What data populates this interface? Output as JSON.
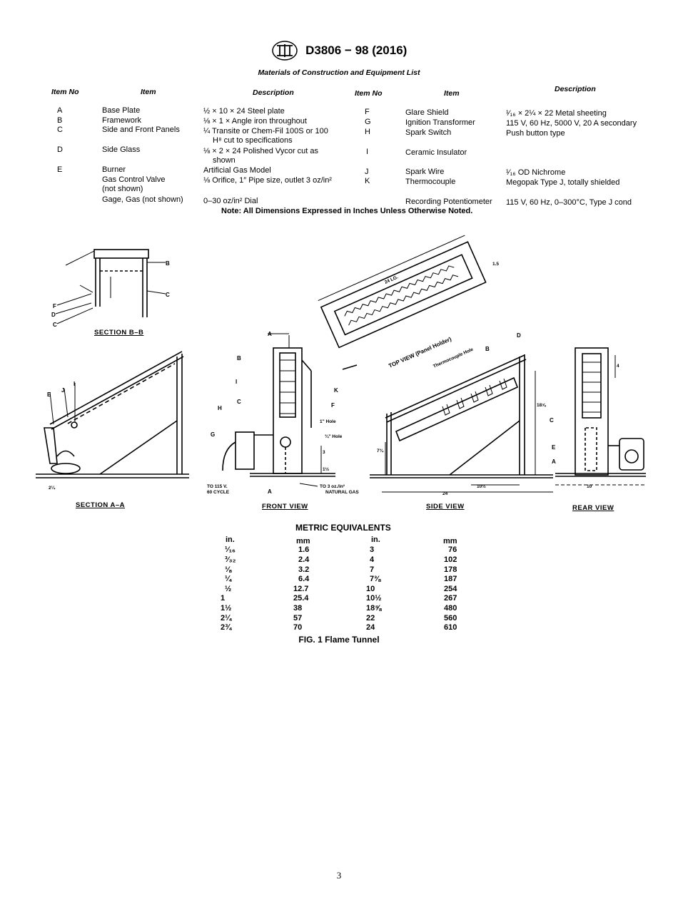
{
  "header": {
    "title": "D3806 − 98 (2016)"
  },
  "materials": {
    "title": "Materials of Construction and Equipment List",
    "headers": {
      "item_no": "Item No",
      "item": "Item",
      "description": "Description"
    },
    "left": [
      {
        "no": "A",
        "item": "Base Plate",
        "desc": "½ × 10 × 24 Steel plate"
      },
      {
        "no": "B",
        "item": "Framework",
        "desc": "⅛ × 1 × Angle iron throughout"
      },
      {
        "no": "C",
        "item": "Side and Front Panels",
        "desc": "¼ Transite or Chem-Fil 100S or 100",
        "desc2": "H⁸ cut to specifications"
      },
      {
        "no": "D",
        "item": "Side Glass",
        "desc": "⅛ × 2 × 24 Polished Vycor cut as",
        "desc2": "shown"
      },
      {
        "no": "E",
        "item": "Burner",
        "desc": "Artificial Gas Model"
      },
      {
        "no": "",
        "item": "Gas Control Valve",
        "item2": "(not shown)",
        "desc": "⅛ Orifice, 1″ Pipe size, outlet 3 oz/in²"
      },
      {
        "no": "",
        "item": "Gage, Gas (not shown)",
        "desc": "0–30 oz/in² Dial"
      }
    ],
    "right": [
      {
        "no": "F",
        "item": "Glare Shield",
        "desc": "¹⁄₁₆ × 2¼ × 22 Metal sheeting"
      },
      {
        "no": "G",
        "item": "Ignition Transformer",
        "desc": "115 V, 60 Hz, 5000 V, 20 A secondary"
      },
      {
        "no": "H",
        "item": "Spark Switch",
        "desc": "Push button type"
      },
      {
        "no": "I",
        "item": "Ceramic Insulator",
        "desc": ""
      },
      {
        "no": "J",
        "item": "Spark Wire",
        "desc": "¹⁄₁₆ OD Nichrome"
      },
      {
        "no": "K",
        "item": "Thermocouple",
        "desc": "Megopak Type J, totally shielded"
      },
      {
        "no": "",
        "item": "Recording Potentiometer",
        "desc": "115 V, 60 Hz, 0–300°C, Type J cond"
      }
    ],
    "note": "Note: All Dimensions Expressed in Inches Unless Otherwise Noted."
  },
  "drawing": {
    "captions": {
      "section_bb": "SECTION B–B",
      "section_aa": "SECTION A–A",
      "front": "FRONT VIEW",
      "side": "SIDE VIEW",
      "rear": "REAR VIEW"
    },
    "labels": {
      "top_view": "TOP VIEW (Panel Holder)",
      "thermocouple_hole": "Thermocouple Hole",
      "one_inch_hole": "1\" Hole",
      "three_quarter_hole": "¾\" Hole",
      "to_115v": "TO 115 V.",
      "cycle": "60 CYCLE",
      "to_gas": "TO 3 oz./in²",
      "natural_gas": "NATURAL GAS",
      "dim_24": "24",
      "dim_10_half": "10½",
      "dim_10": "10",
      "dim_18_5_8": "18⅝",
      "dim_7_3_4": "7¾",
      "dim_2_1_4": "2¼",
      "dim_1_1_2": "1½",
      "dim_3": "3",
      "dim_4": "4",
      "dim_24_len": "24 LG.",
      "dim_1_5": "1.5"
    }
  },
  "metric": {
    "title": "METRIC EQUIVALENTS",
    "headers": [
      "in.",
      "mm",
      "in.",
      "mm"
    ],
    "rows": [
      [
        "¹⁄₁₆",
        "1.6",
        "3",
        "76"
      ],
      [
        "³⁄₃₂",
        "2.4",
        "4",
        "102"
      ],
      [
        "⅛",
        "3.2",
        "7",
        "178"
      ],
      [
        "¼",
        "6.4",
        "7⅜",
        "187"
      ],
      [
        "½",
        "12.7",
        "10",
        "254"
      ],
      [
        "1",
        "25.4",
        "10½",
        "267"
      ],
      [
        "1½",
        "38",
        "18⅝",
        "480"
      ],
      [
        "2¼",
        "57",
        "22",
        "560"
      ],
      [
        "2¾",
        "70",
        "24",
        "610"
      ]
    ]
  },
  "figure_caption": "FIG. 1 Flame Tunnel",
  "page_number": "3"
}
